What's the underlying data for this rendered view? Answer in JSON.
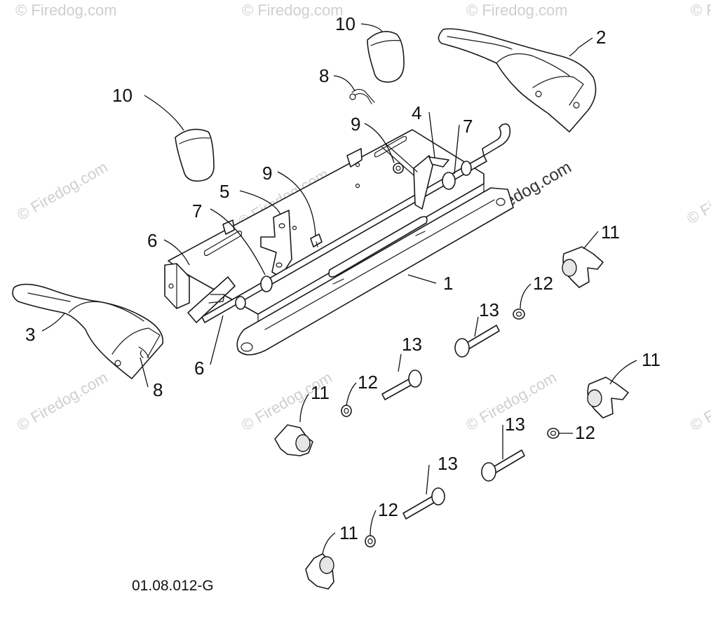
{
  "watermark": {
    "text": "© Firedog.com",
    "color": "#cfcfcf"
  },
  "callouts": {
    "p1": "1",
    "p2": "2",
    "p3": "3",
    "p4": "4",
    "p5": "5",
    "p6a": "6",
    "p6b": "6",
    "p7a": "7",
    "p7b": "7",
    "p8a": "8",
    "p8b": "8",
    "p9a": "9",
    "p9b": "9",
    "p10a": "10",
    "p10b": "10",
    "p11a": "11",
    "p11b": "11",
    "p11c": "11",
    "p11d": "11",
    "p12a": "12",
    "p12b": "12",
    "p12c": "12",
    "p12d": "12",
    "p13a": "13",
    "p13b": "13",
    "p13c": "13",
    "p13d": "13"
  },
  "drawing_code": "01.08.012-G",
  "colors": {
    "line": "#1a1a1a",
    "fill": "#ffffff",
    "background": "#ffffff"
  }
}
